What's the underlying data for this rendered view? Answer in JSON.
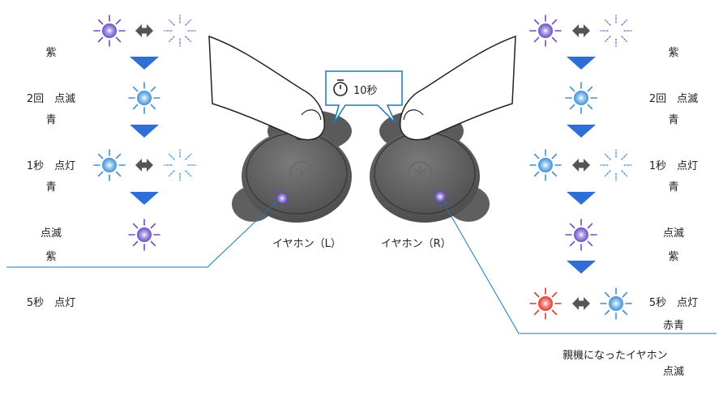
{
  "left_sequence": [
    {
      "line1": "紫",
      "line2": "2回　点滅"
    },
    {
      "line1": "青",
      "line2": "1秒　点灯"
    },
    {
      "line1": "青",
      "line2": "点滅"
    },
    {
      "line1": "紫",
      "line2": "5秒　点灯"
    }
  ],
  "right_sequence": [
    {
      "line1": "紫",
      "line2": "2回　点滅"
    },
    {
      "line1": "青",
      "line2": "1秒　点灯"
    },
    {
      "line1": "青",
      "line2": "点滅"
    },
    {
      "line1": "紫",
      "line2": "5秒　点灯"
    },
    {
      "line1": "赤青",
      "line2": "点滅"
    }
  ],
  "timer_label": "10秒",
  "earphone_left_label": "イヤホン（L）",
  "earphone_right_label": "イヤホン（R）",
  "parent_label": "親機になったイヤホン",
  "colors": {
    "purple": "#6a4fc2",
    "blue": "#3f8fd6",
    "red": "#e8352a",
    "arrow": "#2f6ed4",
    "callout_line": "#1a78b8",
    "double_arrow": "#555555"
  }
}
